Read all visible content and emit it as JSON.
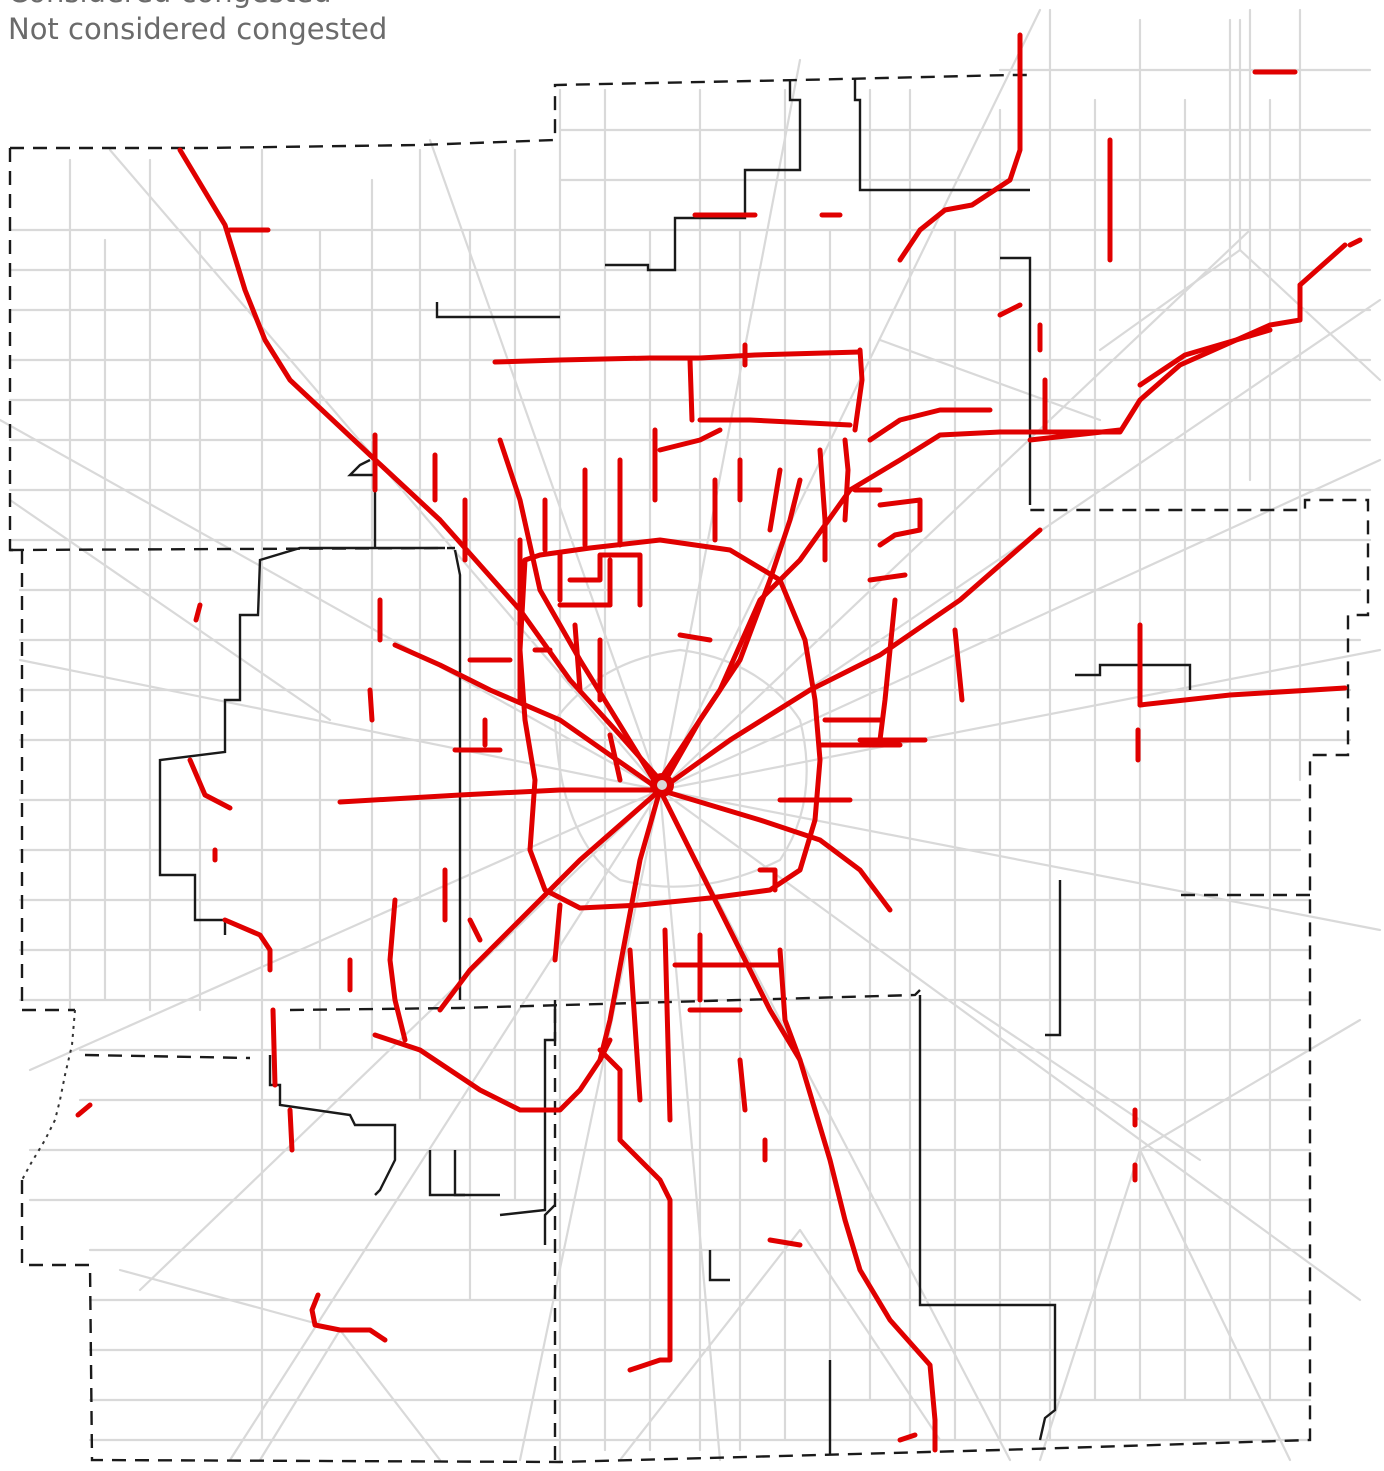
{
  "legend": {
    "items": [
      {
        "label": "Considered congested",
        "color": "#e00000"
      },
      {
        "label": "Not considered congested",
        "color": "#d9d9d9"
      }
    ]
  },
  "map": {
    "colors": {
      "congested": "#e00000",
      "uncongested_road": "#d9d9d9",
      "county_boundary": "#1a1a1a",
      "region_boundary": "#1a1a1a",
      "background": "#ffffff"
    },
    "layers": [
      "road-network",
      "region-boundary",
      "county-boundaries",
      "congested-segments"
    ]
  }
}
